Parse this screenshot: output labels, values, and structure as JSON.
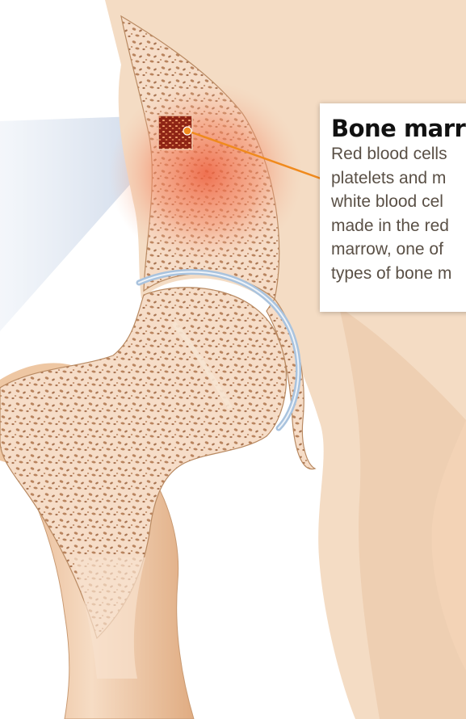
{
  "callout": {
    "title": "Bone marr",
    "lines": [
      "Red blood cells",
      "platelets and m",
      "white blood cel",
      "made in the red",
      "marrow, one of",
      "types of bone m"
    ]
  },
  "colors": {
    "bone": "#f3d7bd",
    "bone_shadow": "#dfae85",
    "spongy_bone": "#f6dcc6",
    "red_marrow": "#ec6a4a",
    "cartilage": "#a9c3de",
    "pointer_line": "#f08a1d",
    "beam": "#d6e0ee"
  }
}
